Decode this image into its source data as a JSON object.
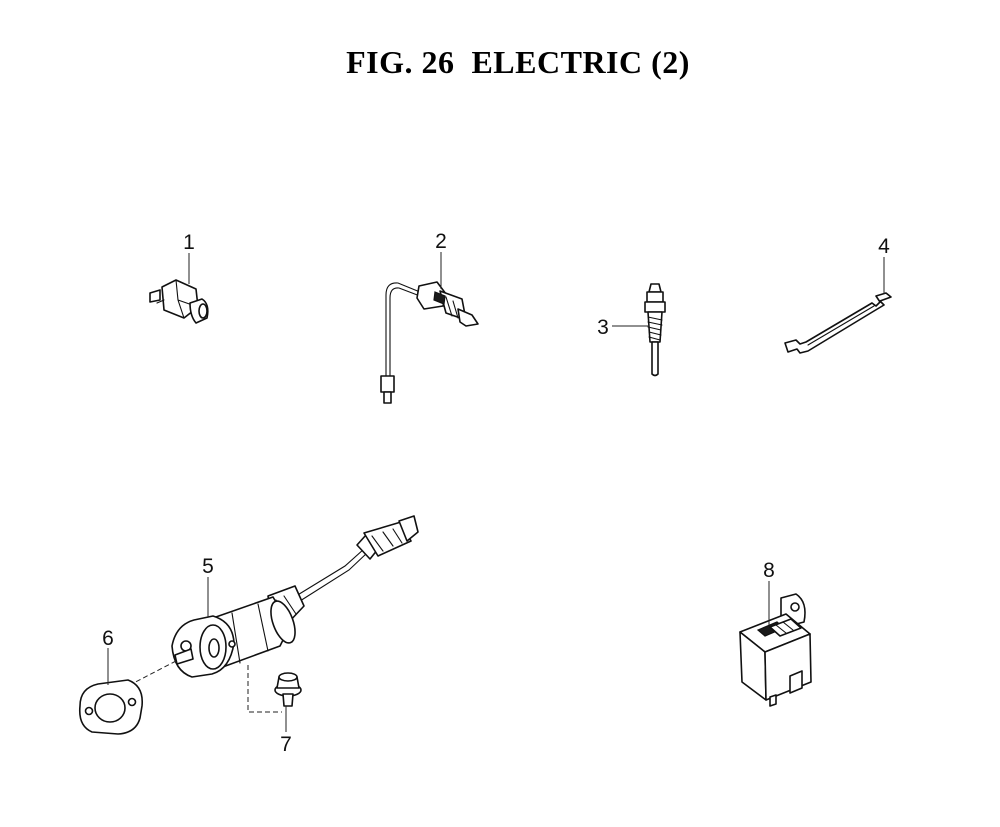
{
  "title": "FIG. 26  ELECTRIC (2)",
  "callouts": [
    "1",
    "2",
    "3",
    "4",
    "5",
    "6",
    "7",
    "8"
  ]
}
